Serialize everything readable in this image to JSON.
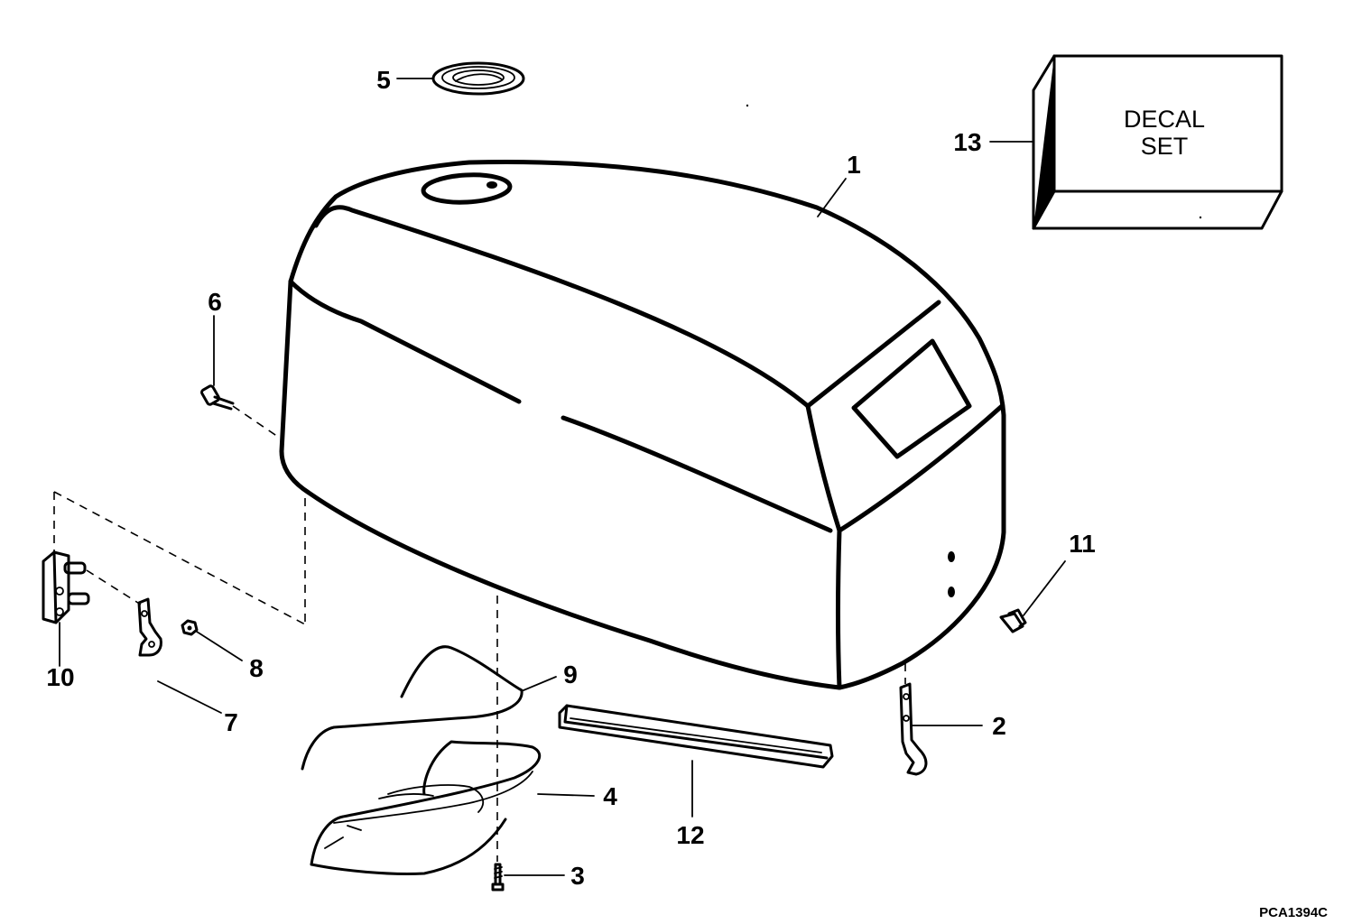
{
  "figure_code": "PCA1394C",
  "decal_box": {
    "line1": "DECAL",
    "line2": "SET"
  },
  "callouts": [
    "1",
    "2",
    "3",
    "4",
    "5",
    "6",
    "7",
    "8",
    "9",
    "10",
    "11",
    "12",
    "13"
  ]
}
